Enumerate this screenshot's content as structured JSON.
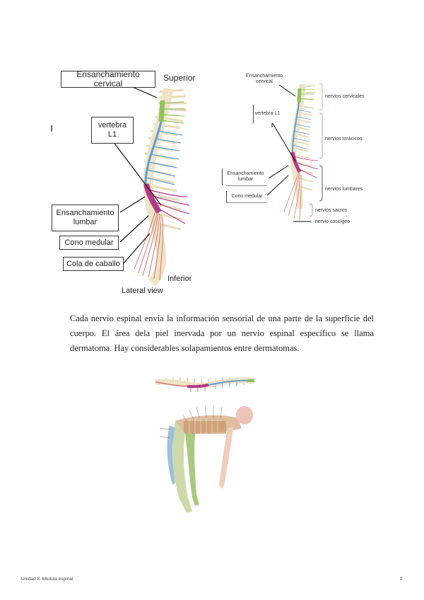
{
  "fig1": {
    "cervical": "Ensanchamiento cervical",
    "superior": "Superior",
    "vertebra": "vertebra L1",
    "lumbar": "Ensanchamiento lumbar",
    "cono": "Cono medular",
    "cola": "Cola de caballo",
    "inferior": "Inferior",
    "lateral": "Lateral view"
  },
  "fig2": {
    "cervical": "Ensanchamiento cervical",
    "vertebra": "vertebra L1",
    "lumbar": "Ensanchamiento lumbar",
    "cono": "Cono medular",
    "n_cervicales": "nervios cervicales",
    "n_toracicos": "nervios torácicos",
    "n_lumbares": "nervios lumbares",
    "n_sacros": "nervios sacros",
    "n_coccigeo": "nervio coccígeo"
  },
  "paragraph": "Cada nervio espinal envía la información sensorial de una parte de la superficie del cuerpo. El área dela piel inervada por un nervio espinal específico se llama dermatoma. Hay considerables solapamientos entre dermatomas.",
  "footer": {
    "left": "Unidad 8. Medula espinal",
    "page": "2"
  },
  "colors": {
    "cervical": "#8fc25c",
    "thoracic": "#5d9fd6",
    "lumbar": "#b33a87",
    "bone": "#f0e4c4"
  }
}
